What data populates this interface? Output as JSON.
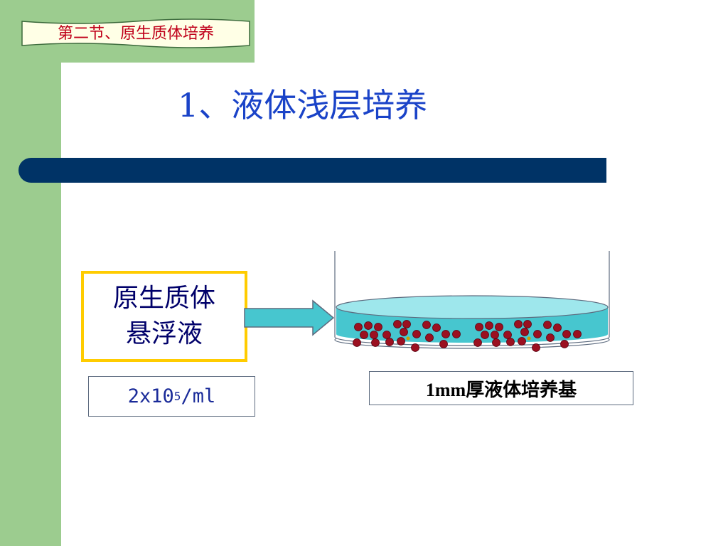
{
  "section_tag": "第二节、原生质体培养",
  "title": "1、液体浅层培养",
  "suspension_label": {
    "line1": "原生质体",
    "line2": "悬浮液"
  },
  "concentration": {
    "prefix": "2x10",
    "exponent": "5",
    "suffix": "/ml"
  },
  "medium_label": "1mm厚液体培养基",
  "colors": {
    "green_frame": "#9ccc8f",
    "title_blue": "#1a43c8",
    "bar_navy": "#003366",
    "box_gold": "#ffcc00",
    "arrow_teal": "#47c6cf",
    "liquid": "#47c6cf",
    "cell_red": "#9b1020"
  }
}
